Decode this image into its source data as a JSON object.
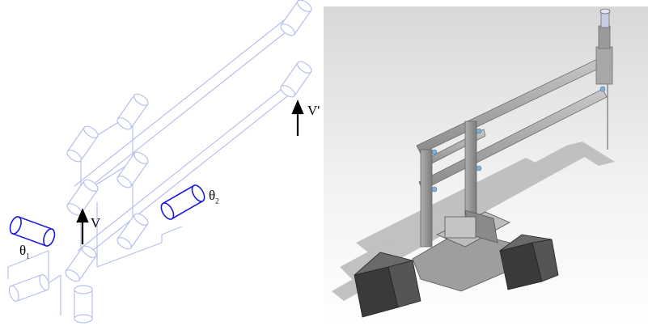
{
  "schematic": {
    "labels": {
      "theta1": "θ",
      "theta1_sub": "1",
      "theta2": "θ",
      "theta2_sub": "2",
      "v": "V",
      "v_prime": "V'"
    },
    "colors": {
      "line": "#b8c0ec",
      "highlight": "#1a1adc",
      "arrow": "#000000"
    }
  },
  "render": {
    "colors": {
      "background_top": "#dedede",
      "background_bottom": "#ffffff",
      "frame": "#9a9a9a",
      "motor": "#3a3a3a",
      "joint": "#7fb0d6",
      "shadow": "#b5b5b5",
      "tool": "#c8cde6"
    }
  }
}
